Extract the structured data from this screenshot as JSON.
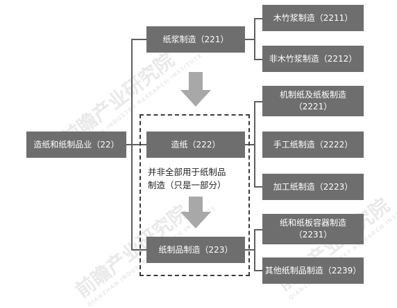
{
  "root": {
    "label": "造纸和纸制品业（22）"
  },
  "level2": {
    "pulp": {
      "label": "纸浆制造（221）"
    },
    "paper": {
      "label": "造纸（222）"
    },
    "products": {
      "label": "纸制品制造（223）"
    }
  },
  "level3": {
    "wood_pulp": {
      "label": "木竹浆制造（2211）"
    },
    "nonwood_pulp": {
      "label": "非木竹浆制造（2212）"
    },
    "machine_paper": {
      "line1": "机制纸及纸板制造",
      "line2": "（2221）"
    },
    "handmade_paper": {
      "label": "手工纸制造（2222）"
    },
    "processed_paper": {
      "label": "加工纸制造（2223）"
    },
    "containers": {
      "line1": "纸和纸板容器制造",
      "line2": "（2231）"
    },
    "other_products": {
      "label": "其他纸制品制造（2239）"
    }
  },
  "note": {
    "line1": "并非全部用于纸制品",
    "line2": "制造（只是一部分）"
  },
  "watermark": {
    "brand": "前瞻产业研究院",
    "sub": "QIANZHAN INDUSTRY RESEARCH INSTITUTE"
  },
  "colors": {
    "box": "#6e6e6e",
    "arrow": "#a8a8a8",
    "line": "#5e5e5e"
  }
}
